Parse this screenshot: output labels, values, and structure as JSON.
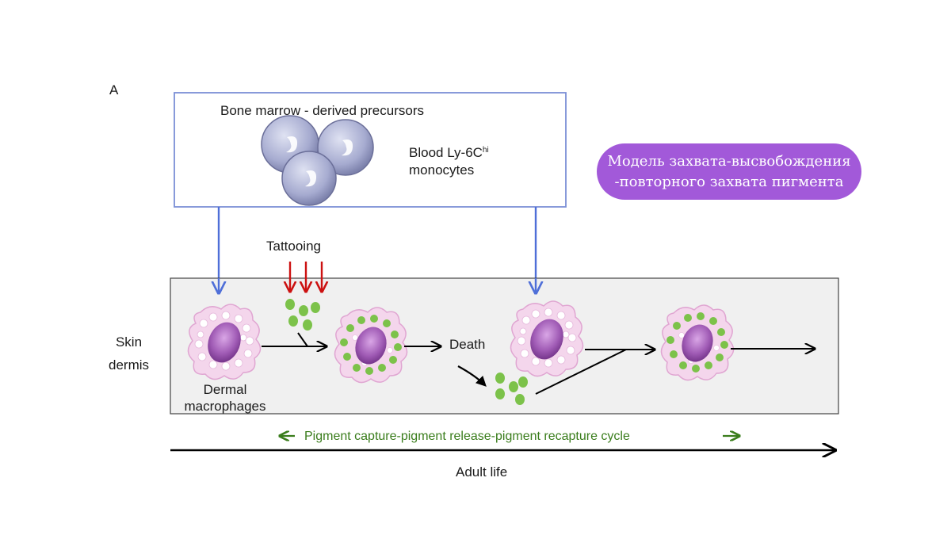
{
  "panel_letter": "A",
  "precursors": {
    "title": "Bone marrow - derived precursors",
    "monocytes_line1": "Blood Ly-6C",
    "monocytes_sup": "hi",
    "monocytes_line2": "monocytes"
  },
  "tattooing_label": "Tattooing",
  "skin_label_line1": "Skin",
  "skin_label_line2": "dermis",
  "macrophage_label_line1": "Dermal",
  "macrophage_label_line2": "macrophages",
  "death_label": "Death",
  "cycle_label": "Pigment capture-pigment release-pigment recapture cycle",
  "axis_label": "Adult life",
  "badge": {
    "line1": "Модель захвата-высвобождения",
    "line2": "-повторного захвата пигмента"
  },
  "colors": {
    "precursor_box_border": "#7b8fd6",
    "precursor_arrow": "#4f6fd8",
    "tattoo_arrow": "#cc1111",
    "pigment": "#7cc24a",
    "cycle_text": "#3a7d1c",
    "dermis_fill": "#f0f0f0",
    "badge_fill": "#a259d9",
    "macrophage_halo": "#e8b4dc",
    "nucleus": "#9a4aa8"
  }
}
